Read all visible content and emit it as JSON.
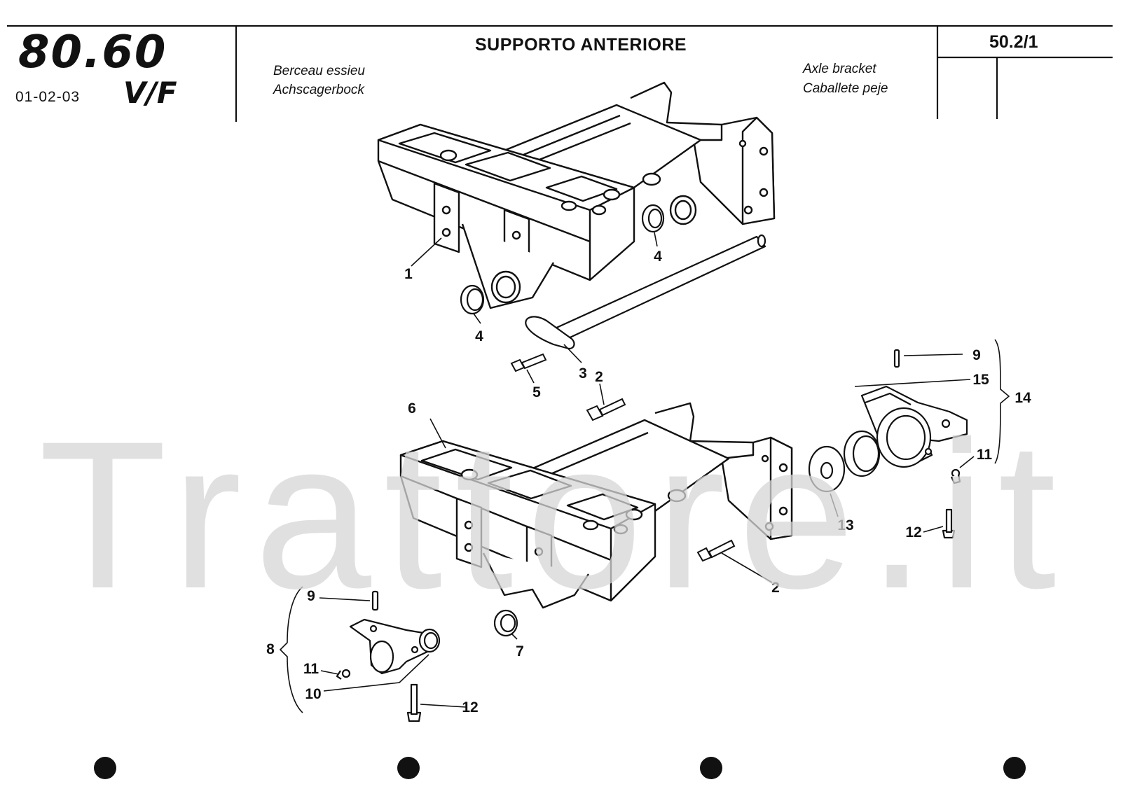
{
  "header": {
    "logo_model": "80.60",
    "logo_variant": "V/F",
    "date_codes": "01-02-03",
    "title": "SUPPORTO ANTERIORE",
    "subtitle_fr": "Berceau essieu",
    "subtitle_de": "Achscagerbock",
    "subtitle_en": "Axle bracket",
    "subtitle_es": "Caballete peje",
    "page_code": "50.2/1"
  },
  "watermark": "Trattore.it",
  "callouts": {
    "c1": "1",
    "c2a": "2",
    "c2b": "2",
    "c3": "3",
    "c4a": "4",
    "c4b": "4",
    "c5": "5",
    "c6": "6",
    "c7": "7",
    "c8": "8",
    "c9a": "9",
    "c9b": "9",
    "c10": "10",
    "c11a": "11",
    "c11b": "11",
    "c12a": "12",
    "c12b": "12",
    "c13": "13",
    "c14": "14",
    "c15": "15"
  },
  "colors": {
    "ink": "#111111",
    "watermark": "#d6d6d6",
    "paper": "#ffffff"
  }
}
